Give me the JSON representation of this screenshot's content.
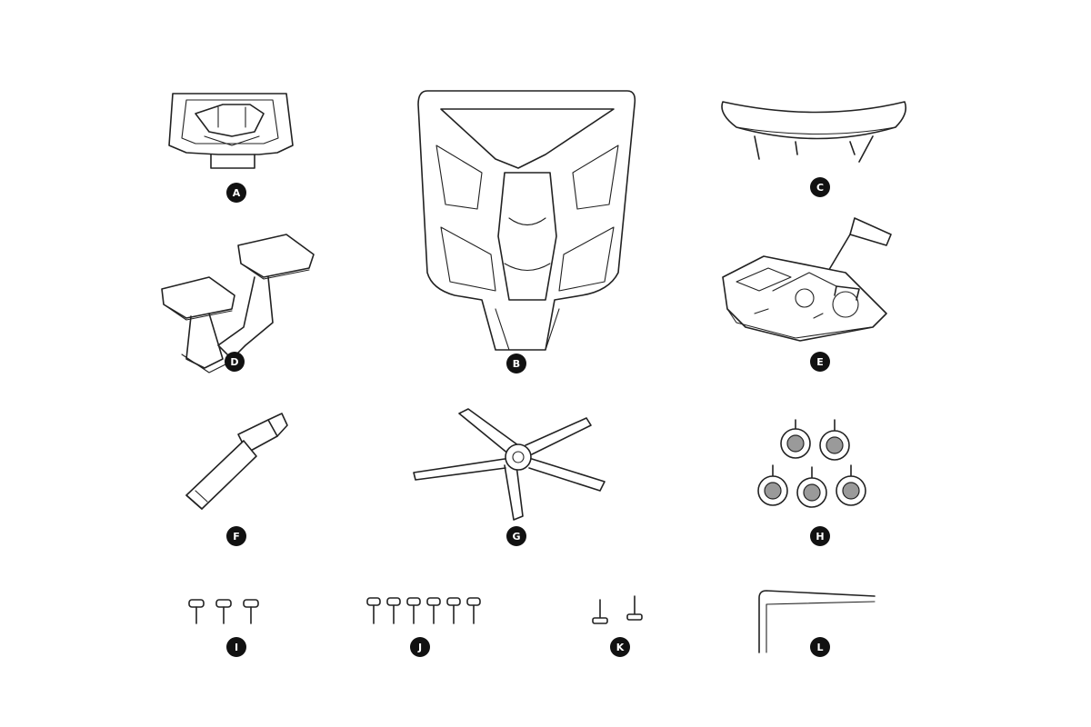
{
  "parts": [
    {
      "id": "part-a",
      "label": "A"
    },
    {
      "id": "part-b",
      "label": "B"
    },
    {
      "id": "part-c",
      "label": "C"
    },
    {
      "id": "part-d",
      "label": "D"
    },
    {
      "id": "part-e",
      "label": "E"
    },
    {
      "id": "part-f",
      "label": "F"
    },
    {
      "id": "part-g",
      "label": "G"
    },
    {
      "id": "part-h",
      "label": "H"
    },
    {
      "id": "part-i",
      "label": "I"
    },
    {
      "id": "part-j",
      "label": "J"
    },
    {
      "id": "part-k",
      "label": "K"
    },
    {
      "id": "part-l",
      "label": "L"
    }
  ],
  "colors": {
    "line": "#222222",
    "badge": "#111111",
    "background": "#ffffff"
  }
}
